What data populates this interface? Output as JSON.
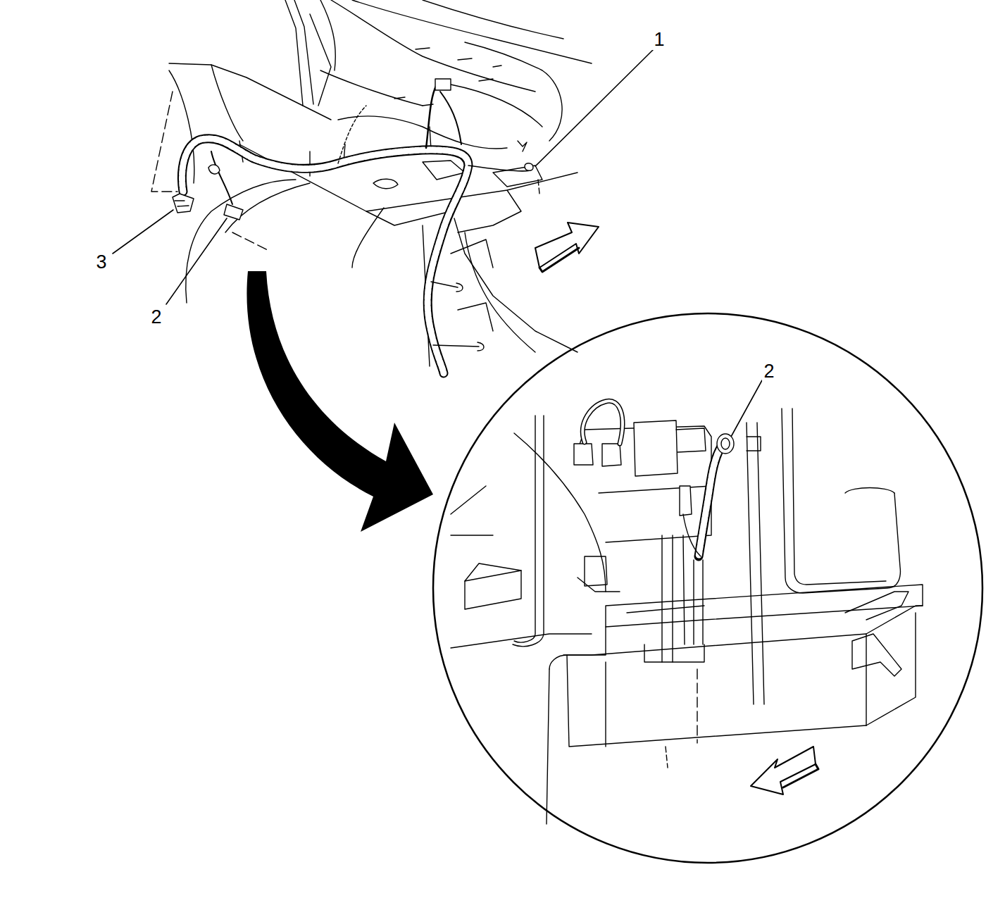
{
  "diagram": {
    "labels": [
      "1",
      "3",
      "2",
      "2"
    ]
  }
}
